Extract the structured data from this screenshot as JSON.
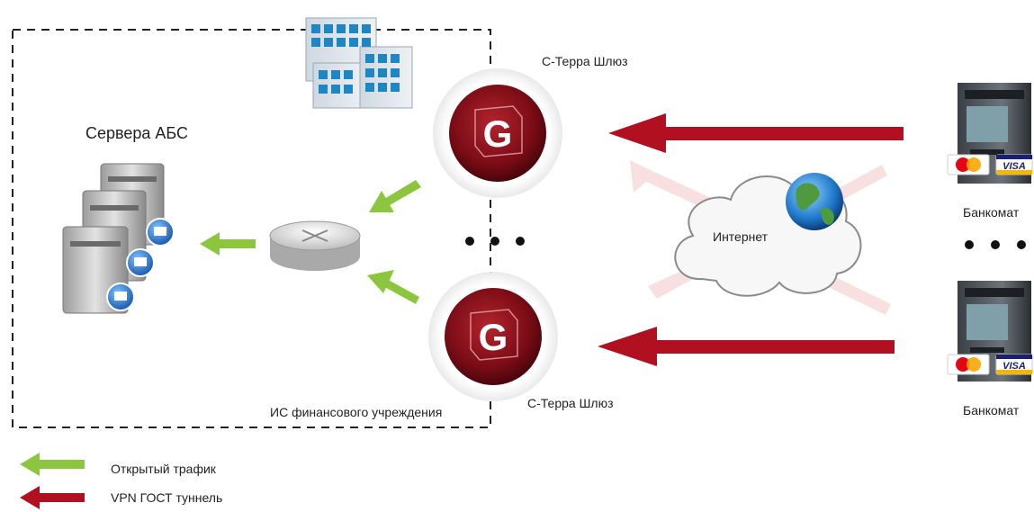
{
  "labels": {
    "servers": "Сервера АБС",
    "gateway_top": "С-Терра Шлюз",
    "gateway_bottom": "С-Терра Шлюз",
    "internet": "Интернет",
    "atm_top": "Банкомат",
    "atm_bottom": "Банкомат",
    "institution": "ИС финансового учреждения",
    "gateway_logo_top": "G",
    "gateway_logo_bottom": "G"
  },
  "legend": {
    "open_traffic": "Открытый трафик",
    "vpn_tunnel": "VPN ГОСТ туннель"
  },
  "cards": {
    "mastercard": "MasterCard",
    "visa": "VISA"
  },
  "colors": {
    "gateway_red": "#7a0c16",
    "tunnel_red": "#b01020",
    "open_green": "#8cc63f",
    "faded_pink": "#f3c7c7"
  }
}
